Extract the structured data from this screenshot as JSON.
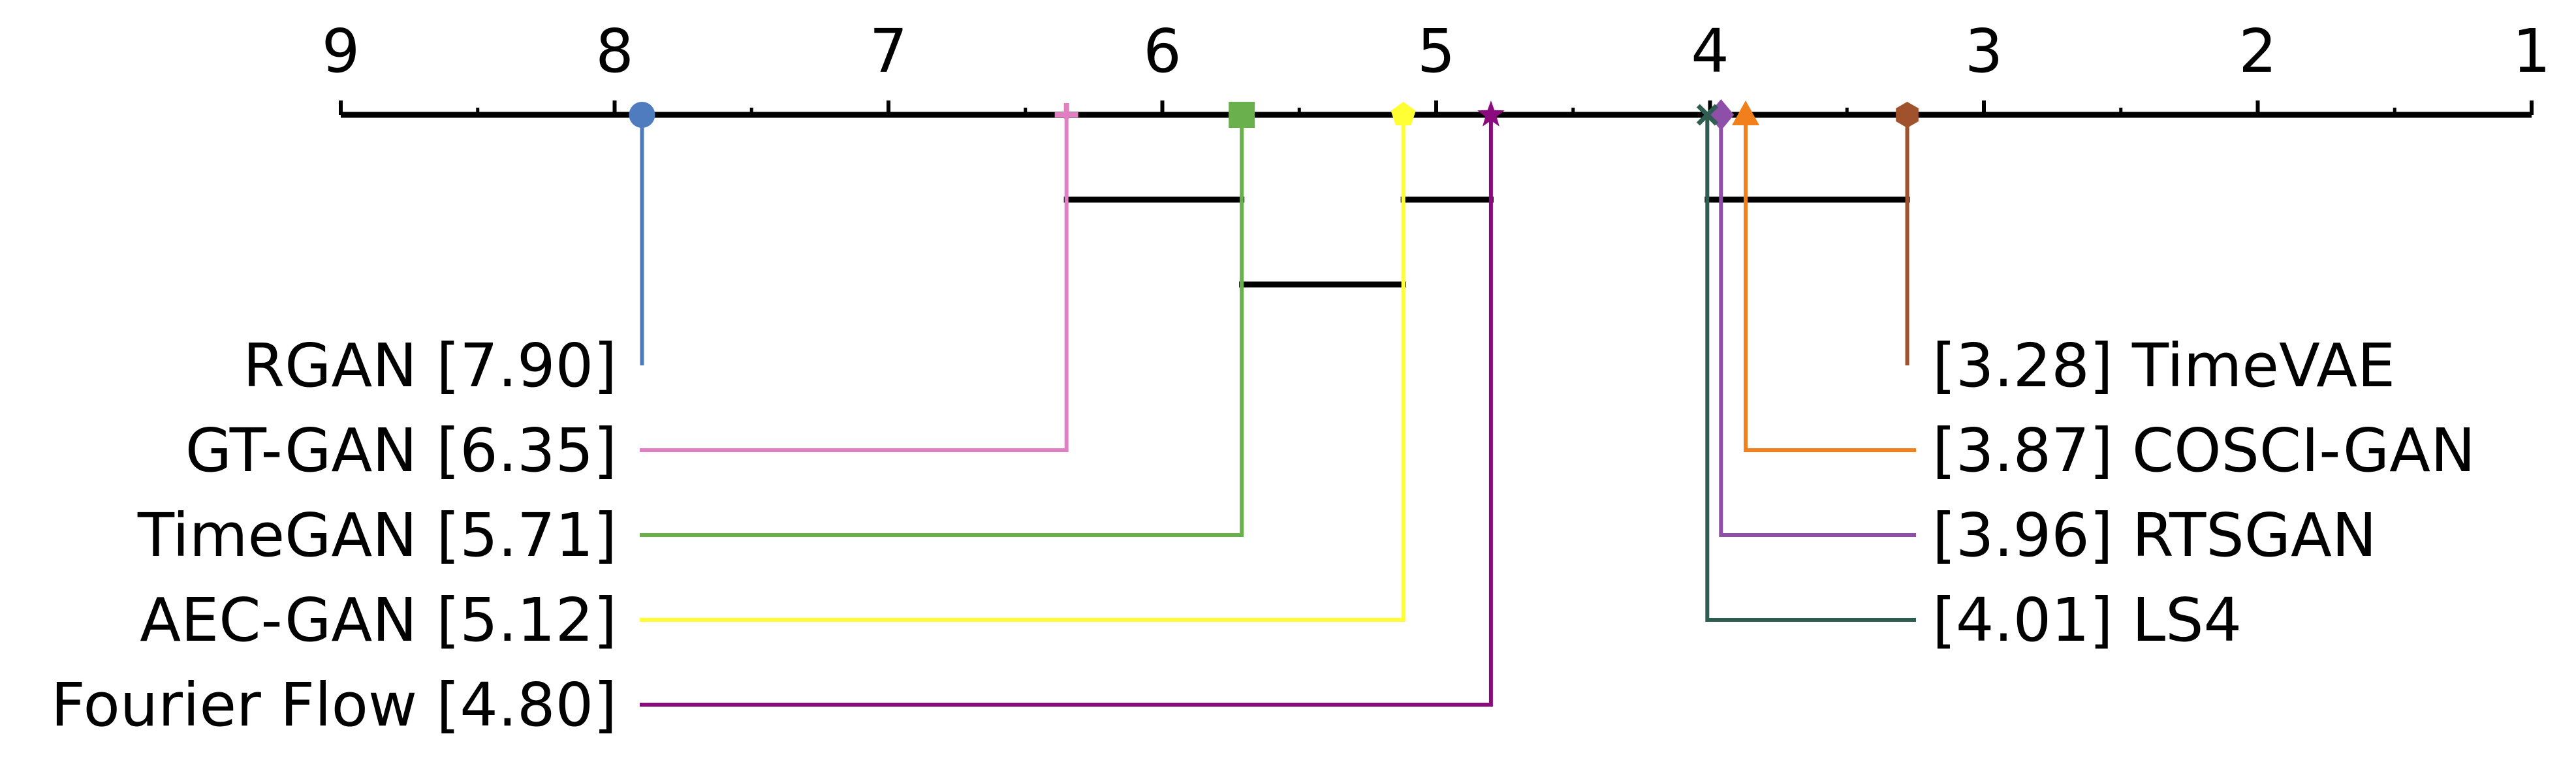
{
  "chart_data": {
    "type": "critical-difference-diagram",
    "axis": {
      "min": 1,
      "max": 9,
      "reversed": true,
      "ticks": [
        "9",
        "8",
        "7",
        "6",
        "5",
        "4",
        "3",
        "2",
        "1"
      ]
    },
    "methods": [
      {
        "name": "RGAN",
        "rank": 7.9,
        "label": "RGAN [7.90]",
        "color": "#4f7bbf",
        "marker": "circle",
        "side": "left"
      },
      {
        "name": "GT-GAN",
        "rank": 6.35,
        "label": "GT-GAN [6.35]",
        "color": "#e07fc2",
        "marker": "plus",
        "side": "left"
      },
      {
        "name": "TimeGAN",
        "rank": 5.71,
        "label": "TimeGAN [5.71]",
        "color": "#6ab04c",
        "marker": "square",
        "side": "left"
      },
      {
        "name": "AEC-GAN",
        "rank": 5.12,
        "label": "AEC-GAN [5.12]",
        "color": "#ffff33",
        "marker": "pentagon",
        "side": "left"
      },
      {
        "name": "Fourier Flow",
        "rank": 4.8,
        "label": "Fourier Flow [4.80]",
        "color": "#8b0b7e",
        "marker": "star",
        "side": "left"
      },
      {
        "name": "TimeVAE",
        "rank": 3.28,
        "label": "[3.28] TimeVAE",
        "color": "#a0522d",
        "marker": "hexagon",
        "side": "right"
      },
      {
        "name": "COSCI-GAN",
        "rank": 3.87,
        "label": "[3.87] COSCI-GAN",
        "color": "#f07f1c",
        "marker": "triangle",
        "side": "right"
      },
      {
        "name": "RTSGAN",
        "rank": 3.96,
        "label": "[3.96] RTSGAN",
        "color": "#8e4fa8",
        "marker": "diamond",
        "side": "right"
      },
      {
        "name": "LS4",
        "rank": 4.01,
        "label": "[4.01] LS4",
        "color": "#2f5d50",
        "marker": "x",
        "side": "right"
      }
    ],
    "cliques": [
      {
        "from": 6.35,
        "to": 5.71
      },
      {
        "from": 5.71,
        "to": 5.12
      },
      {
        "from": 5.12,
        "to": 4.8
      },
      {
        "from": 4.01,
        "to": 3.28
      }
    ]
  }
}
